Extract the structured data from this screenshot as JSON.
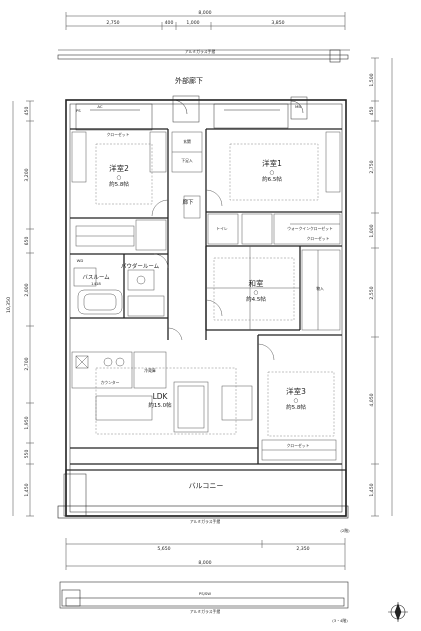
{
  "dimensions": {
    "top_total": "8,000",
    "top_segments": [
      "2,750",
      "400",
      "1,000",
      "3,850"
    ],
    "bottom_segments": [
      "5,650",
      "2,350"
    ],
    "bottom_total": "8,000",
    "left_total": "10,350",
    "left_segments": [
      "450",
      "3,200",
      "650",
      "2,000",
      "2,700",
      "1,950",
      "550",
      "1,450"
    ],
    "right_segments": [
      "1,500",
      "450",
      "2,750",
      "1,000",
      "2,550",
      "4,050",
      "1,450"
    ]
  },
  "labels": {
    "top_rail": "アルミガラス手摺",
    "outer_corridor": "外部廊下",
    "balcony": "バルコニー",
    "bottom_rail": "アルミガラス手摺",
    "floor_2": "(2階)",
    "floor_34": "(3・4階)",
    "rail_34a": "PS/SW",
    "rail_34b": "アルミガラス手摺"
  },
  "rooms": [
    {
      "name": "洋室2",
      "size": "約5.8帖"
    },
    {
      "name": "洋室1",
      "size": "約6.5帖"
    },
    {
      "name": "和室",
      "size": "約4.5帖"
    },
    {
      "name": "LDK",
      "size": "約15.0帖"
    },
    {
      "name": "洋室3",
      "size": "約5.8帖"
    }
  ],
  "small_labels": {
    "entrance": "玄関",
    "hall": "廊下",
    "powder": "パウダールーム",
    "bath": "バスルーム",
    "bath_size": "1418",
    "wic": "ウォークインクローゼット",
    "toilet": "トイレ",
    "closet1": "クローゼット",
    "closet2": "クローゼット",
    "closet3": "クローゼット",
    "storage": "物入",
    "shoes": "下足入",
    "fridge": "冷蔵庫",
    "counter": "カウンター",
    "refridge_space": "冷",
    "ps": "PS",
    "mb": "MB",
    "ac": "AC",
    "wd": "WD"
  }
}
